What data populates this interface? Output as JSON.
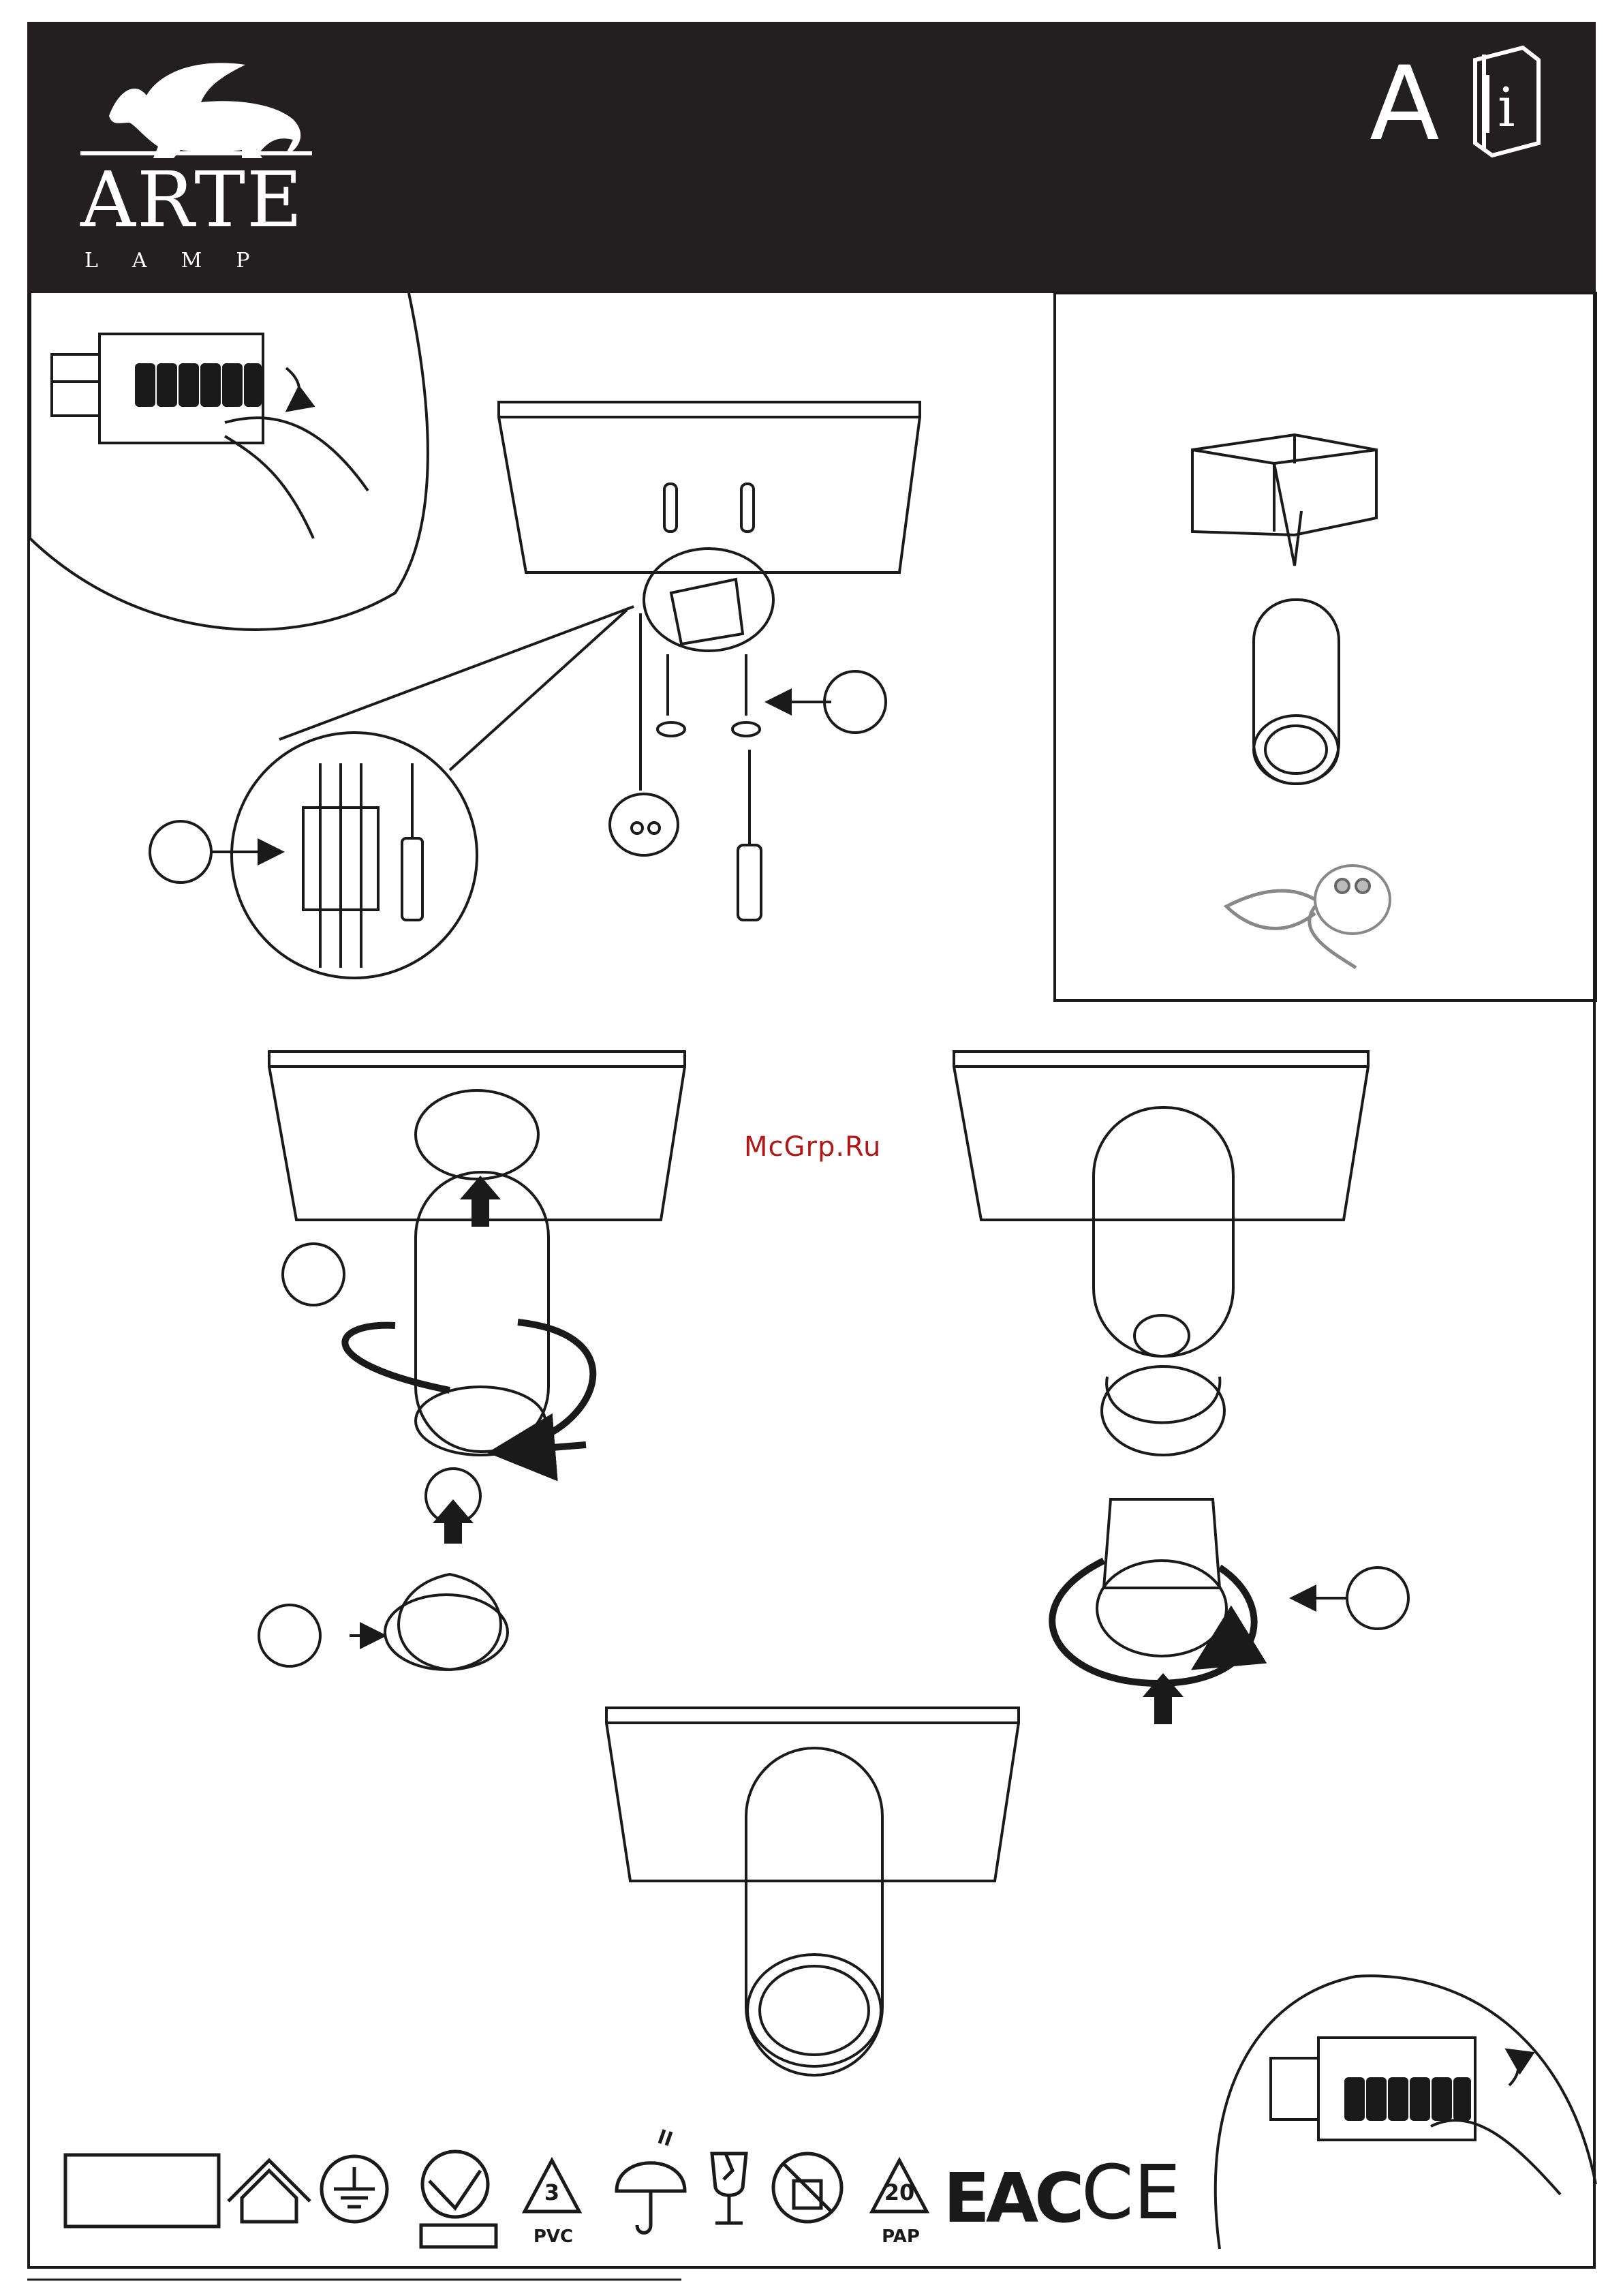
{
  "brand": {
    "name": "ARTE",
    "subname": "LAMP"
  },
  "section_letter": "A",
  "watermark": "McGrp.Ru",
  "certification_symbols": {
    "pvc_number": "3",
    "pvc_label": "PVC",
    "pap_number": "20",
    "pap_label": "PAP",
    "eac_label": "EAC",
    "ce_label": "CE"
  },
  "icons": [
    "lion-logo-icon",
    "instruction-manual-icon",
    "circuit-breaker-off-icon",
    "circuit-breaker-on-icon",
    "indoor-use-icon",
    "earth-ground-icon",
    "class-two-icon",
    "umbrella-icon",
    "fragile-glass-icon",
    "no-burning-icon"
  ],
  "colors": {
    "header": "#231f20",
    "watermark": "#b01818",
    "line": "#1a1a1a"
  }
}
